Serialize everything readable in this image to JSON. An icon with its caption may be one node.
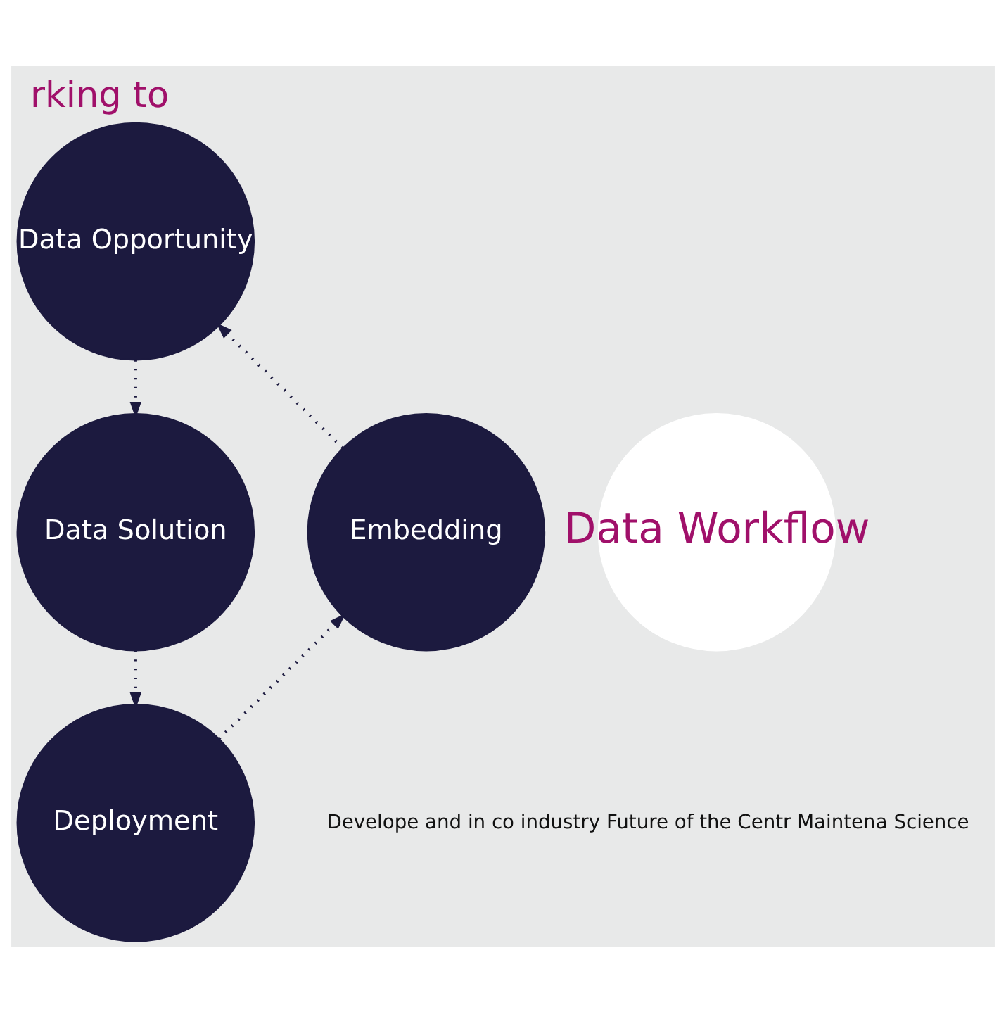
{
  "diagram": {
    "title": "rking to",
    "nodes": [
      {
        "text": [
          "Data Opportunity"
        ]
      },
      {
        "text": [
          "Embedding"
        ]
      },
      {
        "text": [
          "Data Workflow"
        ]
      },
      {
        "text": [
          "Data Solution"
        ]
      },
      {
        "text": [
          "Deployment"
        ]
      }
    ],
    "edges": [
      {
        "from": 0,
        "to": 3,
        "arrow": "to",
        "style": "dashed"
      },
      {
        "from": 3,
        "to": 4,
        "arrow": "to",
        "style": "dashed"
      },
      {
        "from": 4,
        "to": 1,
        "arrow": "to",
        "style": "dashed"
      },
      {
        "from": 1,
        "to": 0,
        "arrow": "to",
        "style": "dashed"
      }
    ],
    "labels": [
      "Develope and in co industry Future of the Centr Maintena Science"
    ]
  }
}
